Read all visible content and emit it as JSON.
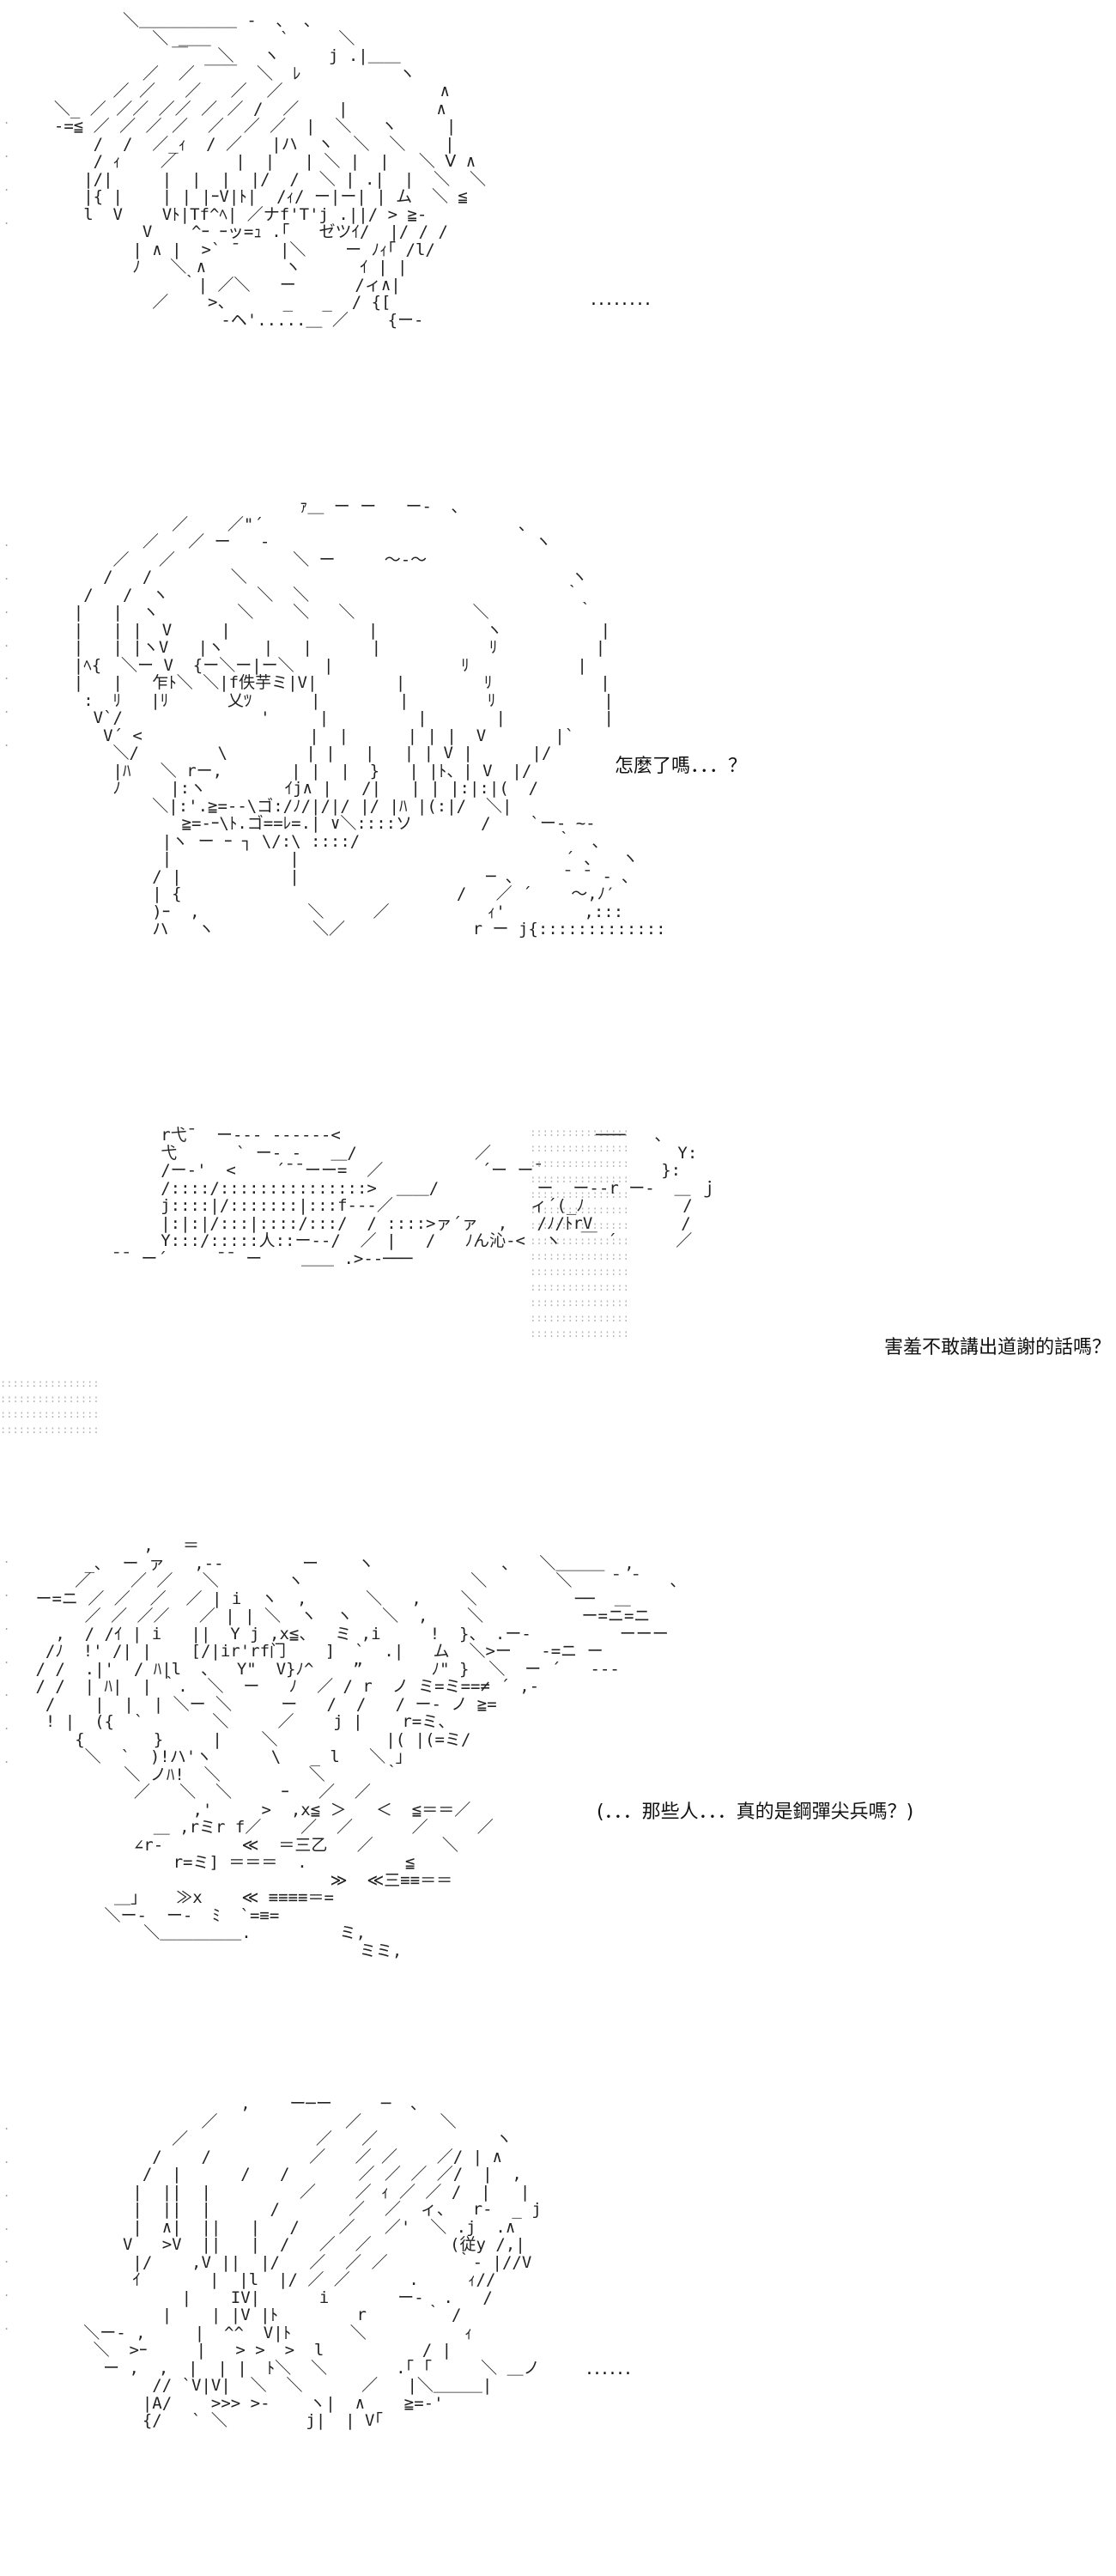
{
  "panels": [
    {
      "id": "panel-1",
      "dialogue": "........"
    },
    {
      "id": "panel-2",
      "dialogue": "怎麼了嗎．．．？"
    },
    {
      "id": "panel-3",
      "dialogue": "害羞不敢講出道謝的話嗎？"
    },
    {
      "id": "panel-4",
      "dialogue": "(．．．那些人．．．真的是鋼彈尖兵嗎？)"
    },
    {
      "id": "panel-5",
      "dialogue": "......"
    }
  ]
}
